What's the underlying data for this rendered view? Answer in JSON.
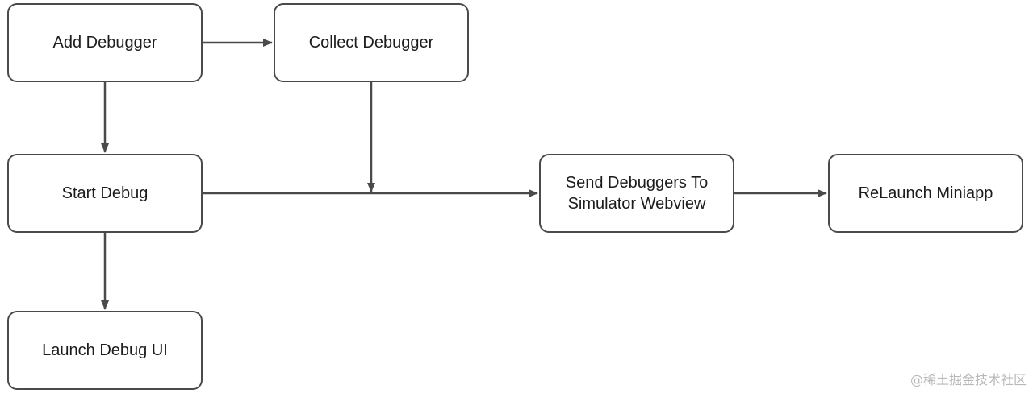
{
  "nodes": {
    "add_debugger": "Add Debugger",
    "collect_debugger": "Collect Debugger",
    "start_debug": "Start Debug",
    "send_debuggers": "Send Debuggers To\nSimulator Webview",
    "relaunch_miniapp": "ReLaunch Miniapp",
    "launch_debug_ui": "Launch Debug UI"
  },
  "edges": [
    {
      "from": "Add Debugger",
      "to": "Collect Debugger"
    },
    {
      "from": "Add Debugger",
      "to": "Start Debug"
    },
    {
      "from": "Collect Debugger",
      "to": "Send Debuggers To Simulator Webview"
    },
    {
      "from": "Start Debug",
      "to": "Send Debuggers To Simulator Webview"
    },
    {
      "from": "Send Debuggers To Simulator Webview",
      "to": "ReLaunch Miniapp"
    },
    {
      "from": "Start Debug",
      "to": "Launch Debug UI"
    }
  ],
  "colors": {
    "stroke": "#4a4a4a",
    "text": "#1c1c1c",
    "background": "#ffffff"
  },
  "watermark": "@稀土掘金技术社区"
}
